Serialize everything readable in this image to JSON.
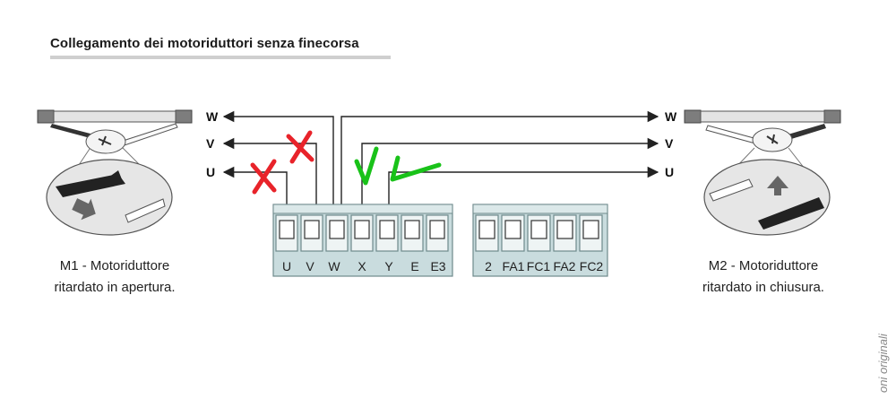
{
  "title": "Collegamento dei motoriduttori senza finecorsa",
  "wire_labels_left": [
    "W",
    "V",
    "U"
  ],
  "wire_labels_right": [
    "W",
    "V",
    "U"
  ],
  "terminal_block_1": [
    "U",
    "V",
    "W",
    "X",
    "Y",
    "E",
    "E3"
  ],
  "terminal_block_2": [
    "2",
    "FA1",
    "FC1",
    "FA2",
    "FC2"
  ],
  "motor_left": {
    "line1": "M1 - Motoriduttore",
    "line2": "ritardato in apertura."
  },
  "motor_right": {
    "line1": "M2 - Motoriduttore",
    "line2": "ritardato in chiusura."
  },
  "side_text": "oni originali",
  "colors": {
    "terminal_fill": "#c9dcde",
    "terminal_stroke": "#6f8a8c",
    "wrong_mark": "#e8232a",
    "ok_mark": "#19c219",
    "wire": "#222222"
  }
}
